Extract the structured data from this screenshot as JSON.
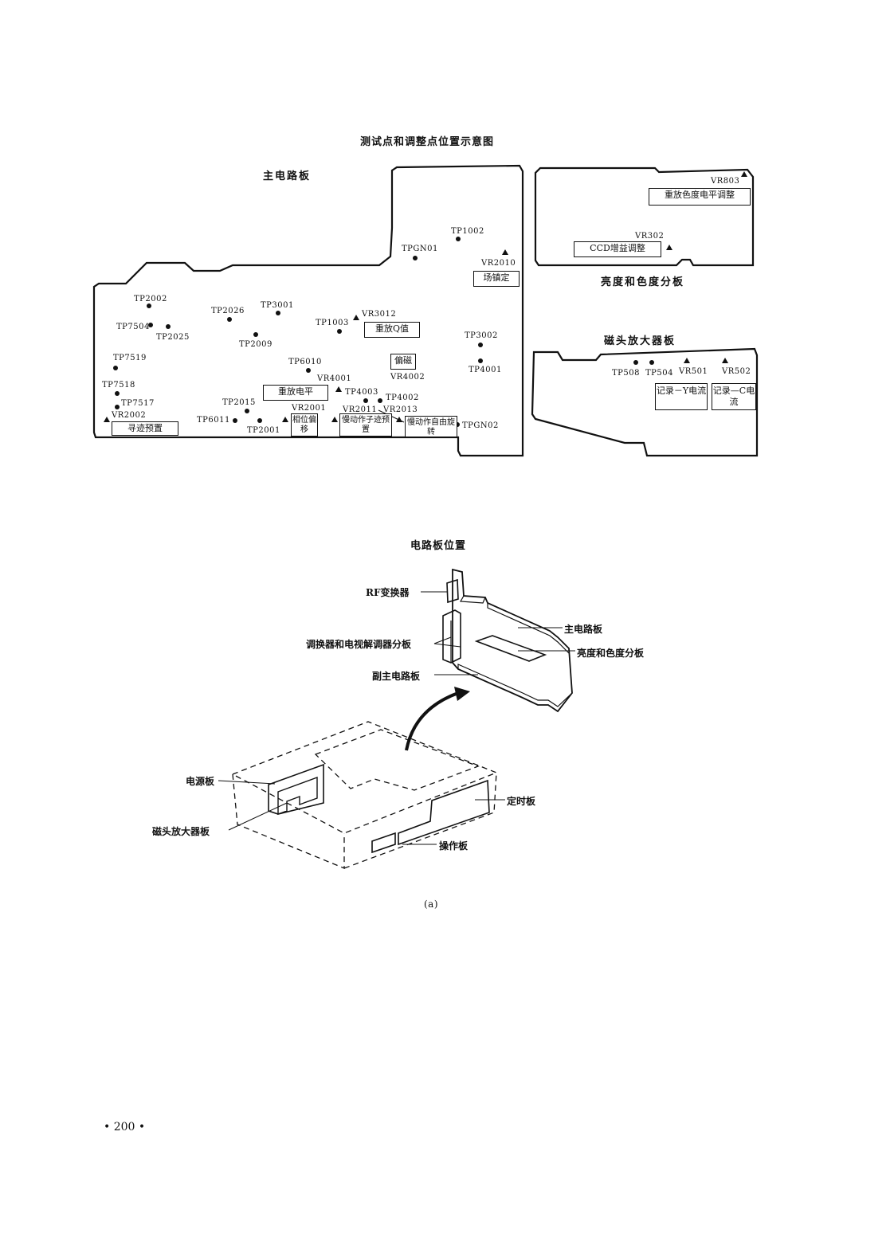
{
  "page_title": "测试点和调整点位置示意图",
  "main_board": {
    "title": "主电路板",
    "test_points": [
      "TP1002",
      "TPGN01",
      "TP2002",
      "TP7504",
      "TP2025",
      "TP2026",
      "TP3001",
      "TP1003",
      "TP2009",
      "TP3002",
      "TP4001",
      "TP7519",
      "TP6010",
      "TP7518",
      "TP7517",
      "TP2015",
      "TP4003",
      "TP4002",
      "TP6011",
      "TP2001",
      "TPGN02"
    ],
    "adjust_points": [
      "VR2010",
      "VR3012",
      "VR4002",
      "VR4001",
      "VR2001",
      "VR2011",
      "VR2013",
      "VR2002"
    ],
    "boxes": [
      "场镇定",
      "重放Q值",
      "偏磁",
      "重放电平",
      "相位偏移",
      "慢动作子迹预置",
      "慢动作自由旋转",
      "寻迹预置"
    ]
  },
  "luma_chroma_board": {
    "title": "亮度和色度分板",
    "adjust_points": [
      "VR803",
      "VR302"
    ],
    "boxes": [
      "重放色度电平调整",
      "CCD增益调整"
    ]
  },
  "head_amp_board": {
    "title": "磁头放大器板",
    "test_points": [
      "TP508",
      "TP504"
    ],
    "adjust_points": [
      "VR501",
      "VR502"
    ],
    "boxes": [
      "记录－Y电流",
      "记录—C电流"
    ]
  },
  "location_diagram": {
    "title": "电路板位置",
    "labels": {
      "rf": "RF变换器",
      "tuner": "调换器和电视解调器分板",
      "main": "主电路板",
      "luma": "亮度和色度分板",
      "sub_main": "副主电路板",
      "power": "电源板",
      "head_amp": "磁头放大器板",
      "timer": "定时板",
      "operation": "操作板"
    },
    "caption": "(a)"
  },
  "page_number": "• 200 •"
}
